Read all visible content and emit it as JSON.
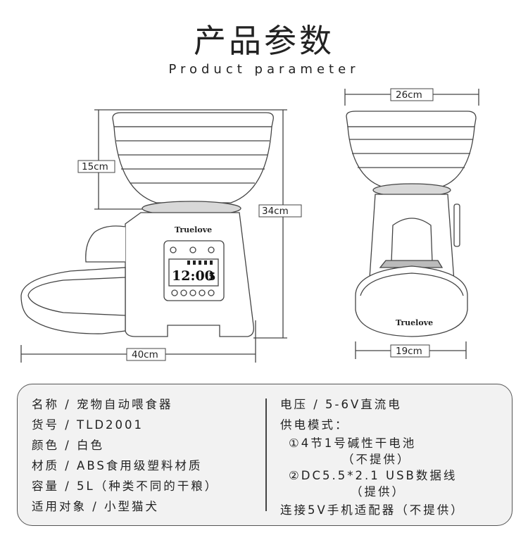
{
  "header": {
    "title": "产品参数",
    "subtitle": "Product parameter"
  },
  "diagram": {
    "dim_height_bowl": "15cm",
    "dim_total_height": "34cm",
    "dim_length": "40cm",
    "dim_top_width": "26cm",
    "dim_base_width": "19cm",
    "brand_side": "Truelove",
    "brand_front": "Truelove",
    "display_time": "12:00",
    "display_portion": "5"
  },
  "specs": {
    "left": [
      "名称 / 宠物自动喂食器",
      "货号 / TLD2001",
      "颜色 / 白色",
      "材质 / ABS食用级塑料材质",
      "容量 / 5L（种类不同的干粮）",
      "适用对象 / 小型猫犬"
    ],
    "right": [
      "电压 / 5-6V直流电",
      "供电模式：",
      "①4节1号碱性干电池",
      "（不提供）",
      "②DC5.5*2.1 USB数据线",
      "（提供）",
      "连接5V手机适配器（不提供）"
    ]
  }
}
